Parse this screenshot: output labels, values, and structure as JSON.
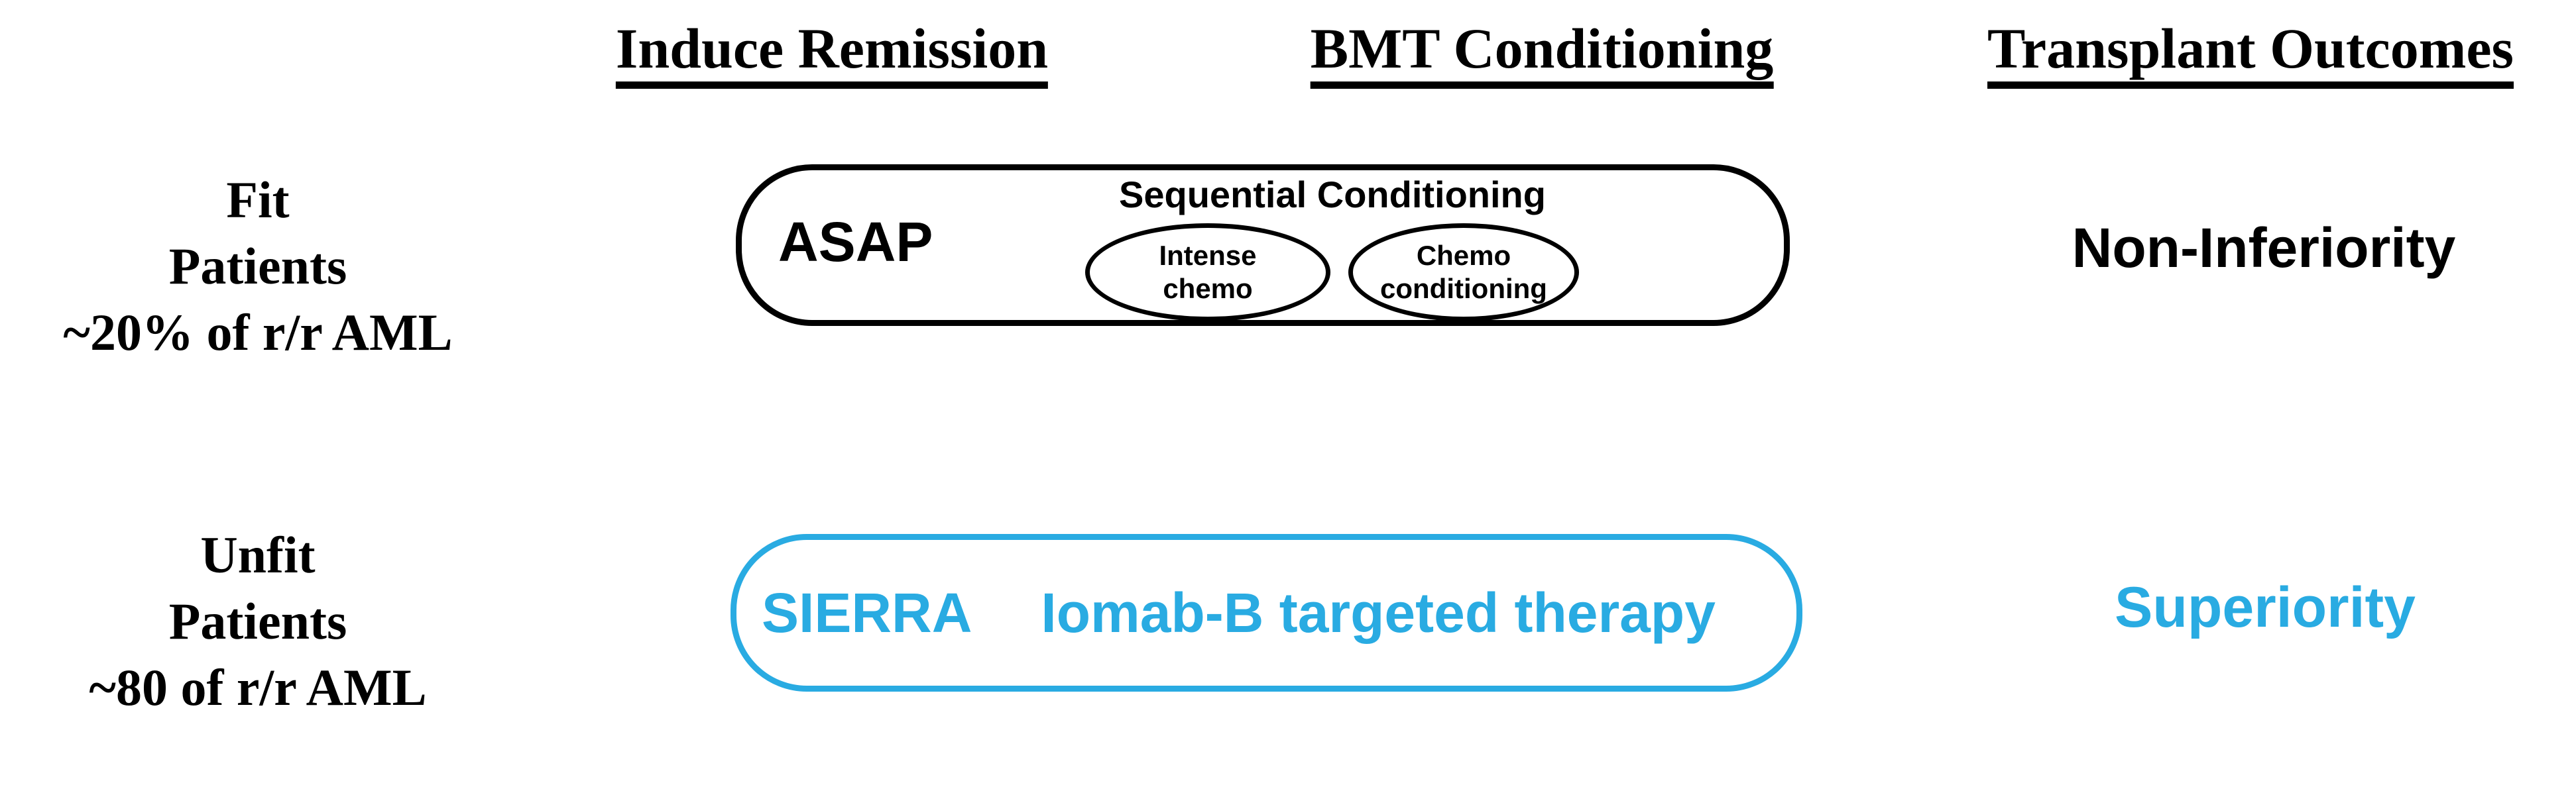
{
  "colors": {
    "accent_cyan": "#29ABE2",
    "text_black": "#000000",
    "background": "#FFFFFF"
  },
  "columns": [
    {
      "label": "Induce Remission"
    },
    {
      "label": "BMT Conditioning"
    },
    {
      "label": "Transplant Outcomes"
    }
  ],
  "rows": [
    {
      "patient_group": {
        "lines": [
          "Fit",
          "Patients",
          "~20% of r/r AML"
        ]
      },
      "trial": {
        "name": "ASAP",
        "box_title": "Sequential Conditioning",
        "steps": [
          {
            "lines": [
              "Intense",
              "chemo"
            ]
          },
          {
            "lines": [
              "Chemo",
              "conditioning"
            ]
          }
        ]
      },
      "outcome": "Non-Inferiority"
    },
    {
      "patient_group": {
        "lines": [
          "Unfit",
          "Patients",
          "~80 of r/r AML"
        ]
      },
      "trial": {
        "name": "SIERRA",
        "therapy": "Iomab-B targeted therapy"
      },
      "outcome": "Superiority"
    }
  ]
}
